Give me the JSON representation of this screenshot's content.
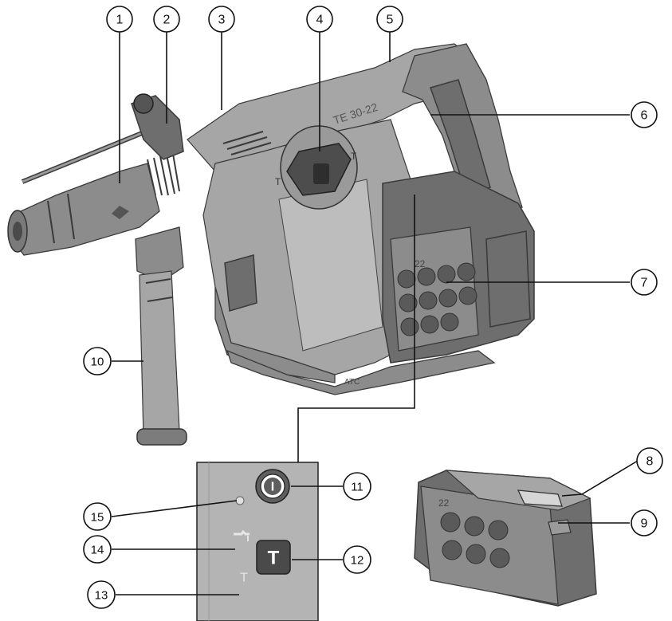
{
  "callouts": [
    {
      "id": 1,
      "label": "1"
    },
    {
      "id": 2,
      "label": "2"
    },
    {
      "id": 3,
      "label": "3"
    },
    {
      "id": 4,
      "label": "4"
    },
    {
      "id": 5,
      "label": "5"
    },
    {
      "id": 6,
      "label": "6"
    },
    {
      "id": 7,
      "label": "7"
    },
    {
      "id": 8,
      "label": "8"
    },
    {
      "id": 9,
      "label": "9"
    },
    {
      "id": 10,
      "label": "10"
    },
    {
      "id": 11,
      "label": "11"
    },
    {
      "id": 12,
      "label": "12"
    },
    {
      "id": 13,
      "label": "13"
    },
    {
      "id": 14,
      "label": "14"
    },
    {
      "id": 15,
      "label": "15"
    }
  ],
  "tool_markings": {
    "model_text": "TE 30-22",
    "mode_left": "T",
    "mode_right": "T",
    "battery_text": "22",
    "bottom_text": "ATC"
  },
  "control_panel": {
    "power_button_symbol": "I",
    "mode_button_symbol": "T",
    "mode_indicator_symbol": "T"
  },
  "colors": {
    "tool_body": "#8c8c8c",
    "tool_dark": "#6e6e6e",
    "panel_bg": "#b4b4b4"
  }
}
